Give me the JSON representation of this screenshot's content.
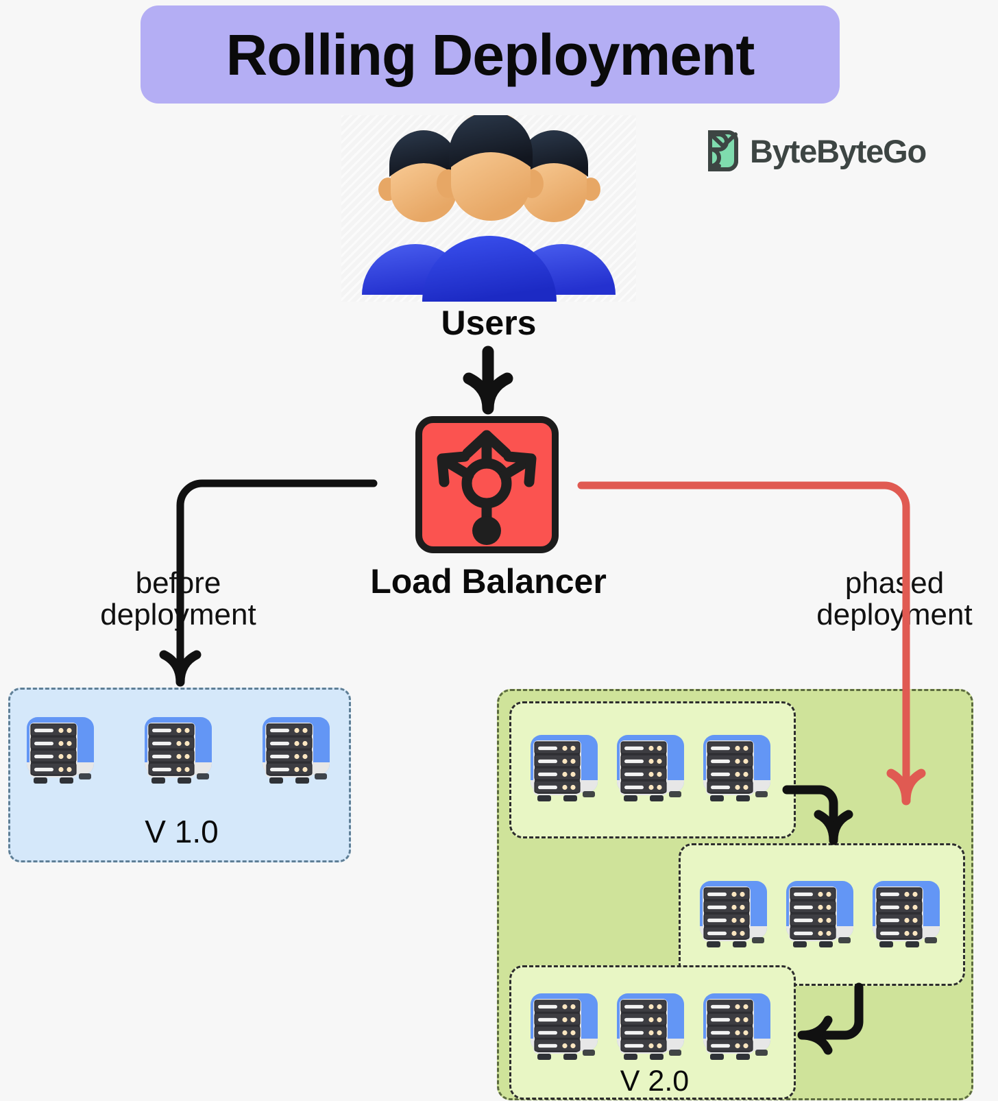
{
  "title": {
    "text": "Rolling Deployment",
    "banner_color": "#b4aef4"
  },
  "brand": {
    "name": "ByteByteGo",
    "mark_color": "#7fdcae",
    "text_color": "#3d4543"
  },
  "nodes": {
    "users": {
      "label": "Users",
      "icon": "users-3d-icon",
      "count": 3
    },
    "load_balancer": {
      "label": "Load Balancer",
      "icon": "load-balancer-icon",
      "color": "#fb5350"
    }
  },
  "edges": {
    "users_to_lb": {
      "label": "",
      "color": "#111111"
    },
    "lb_to_v1": {
      "label": "before\ndeployment",
      "color": "#111111"
    },
    "lb_to_v2": {
      "label": "phased\ndeployment",
      "color": "#e05a52"
    }
  },
  "groups": {
    "v1": {
      "label": "V 1.0",
      "fill": "#d5e8fa",
      "border": "#5f7f96",
      "servers": [
        "server-icon",
        "server-icon",
        "server-icon"
      ]
    },
    "v2": {
      "label": "V 2.0",
      "outer_fill": "#cfe39a",
      "outer_border": "#5c6b3f",
      "sub_fill": "#e8f6c4",
      "sub_border": "#2d2d2d",
      "phases": [
        {
          "name": "phase-1",
          "servers": [
            "server-icon",
            "server-icon",
            "server-icon"
          ]
        },
        {
          "name": "phase-2",
          "servers": [
            "server-icon",
            "server-icon",
            "server-icon"
          ]
        },
        {
          "name": "phase-3",
          "servers": [
            "server-icon",
            "server-icon",
            "server-icon"
          ]
        }
      ]
    }
  },
  "server_icon": {
    "top_color": "#6396f5",
    "rack_color": "#3d3d42",
    "bar_color": "#f2f2f2",
    "led_color": "#fbe6c0",
    "base_color": "#e7e7e7",
    "foot_color": "#2f3237",
    "rows": 4
  },
  "background": "#f7f7f7"
}
